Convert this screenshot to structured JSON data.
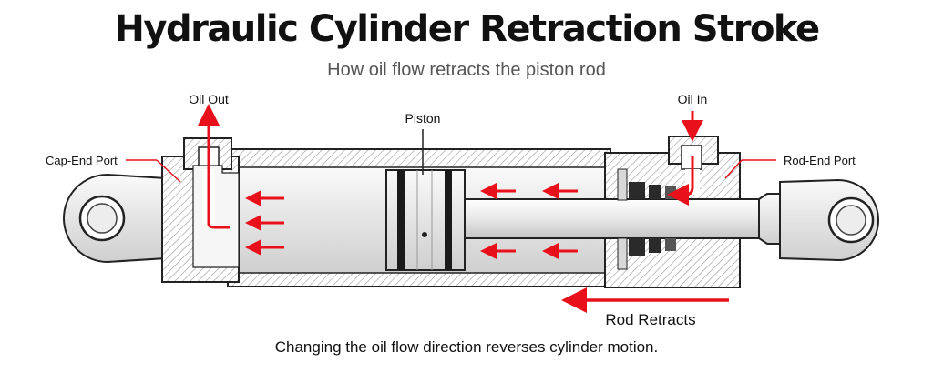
{
  "header": {
    "title": "Hydraulic Cylinder Retraction Stroke",
    "subtitle": "How oil flow retracts the piston rod"
  },
  "labels": {
    "oil_out": "Oil Out",
    "oil_in": "Oil In",
    "piston": "Piston",
    "cap_end_port": "Cap-End Port",
    "rod_end_port": "Rod-End Port",
    "rod_retracts": "Rod Retracts"
  },
  "footer": {
    "caption": "Changing the oil flow direction reverses cylinder motion."
  },
  "colors": {
    "flow": "#e8101a",
    "outline": "#222222",
    "steel": "#e4e4e4"
  }
}
